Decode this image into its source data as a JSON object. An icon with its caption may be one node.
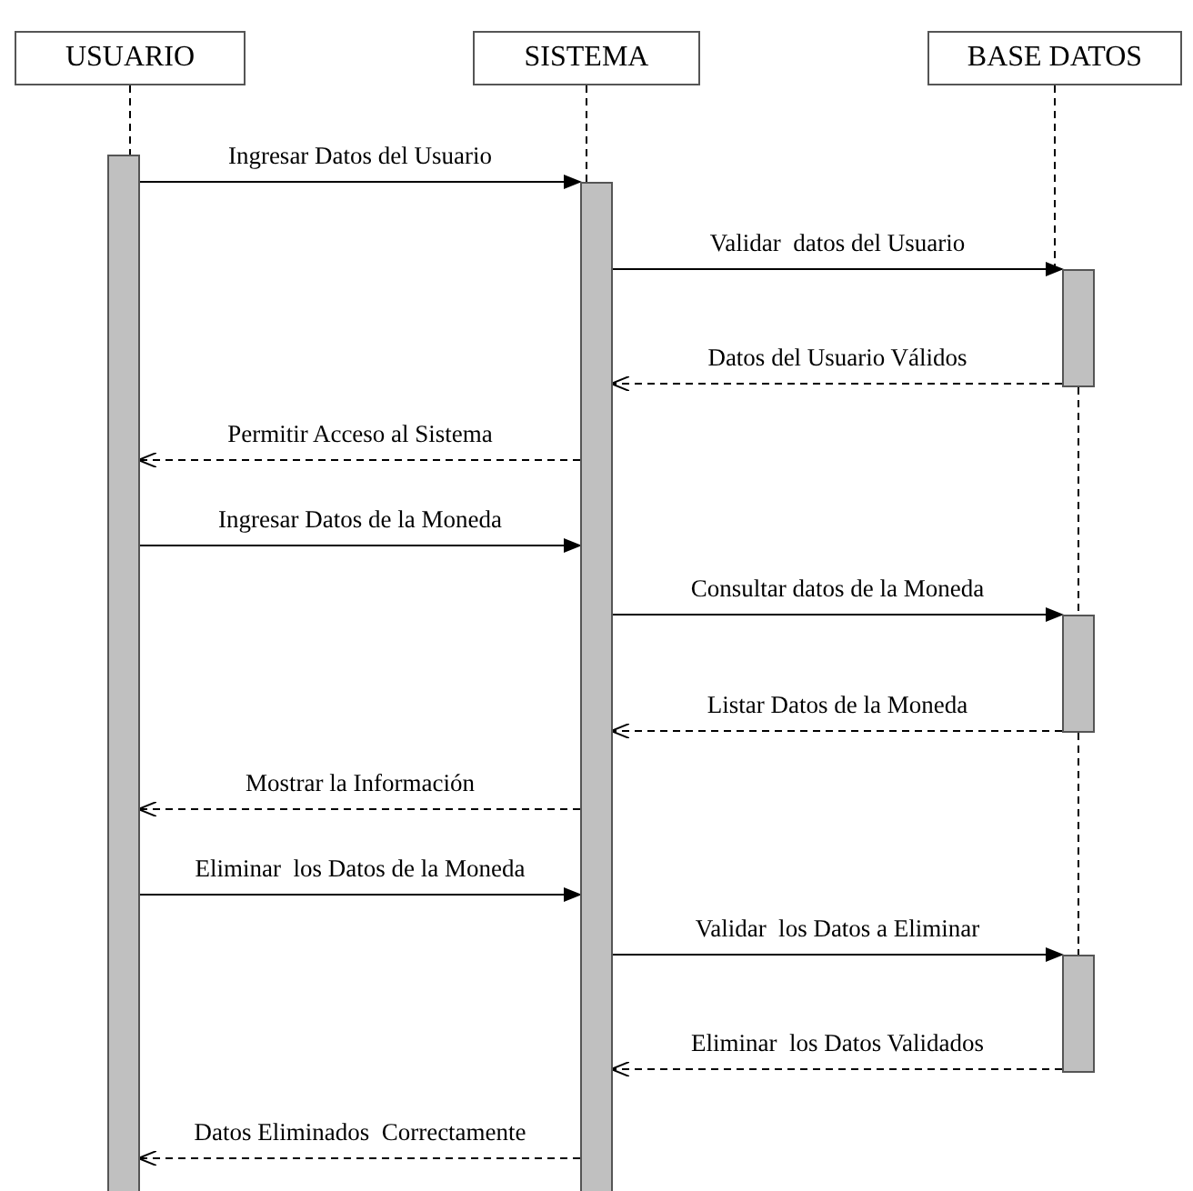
{
  "diagram": {
    "nodes": [
      {
        "text": [
          "USUARIO"
        ]
      },
      {
        "text": [
          "SISTEMA"
        ]
      },
      {
        "text": [
          "BASE DATOS"
        ]
      },
      {
        "text": [],
        "shape": "bar"
      },
      {
        "text": [],
        "shape": "bar"
      },
      {
        "text": [],
        "shape": "bar"
      },
      {
        "text": [],
        "shape": "bar"
      },
      {
        "text": [],
        "shape": "bar"
      }
    ],
    "edges": [
      {
        "from": 0,
        "to": 3,
        "arrow": "none",
        "style": "dashed"
      },
      {
        "from": 1,
        "to": 4,
        "arrow": "none",
        "style": "dashed"
      },
      {
        "from": 2,
        "to": 5,
        "arrow": "none",
        "style": "dashed"
      },
      {
        "from": 5,
        "to": 6,
        "arrow": "none",
        "style": "dashed"
      },
      {
        "from": 6,
        "to": 7,
        "arrow": "none",
        "style": "dashed"
      },
      {
        "from": 3,
        "to": 4,
        "arrow": "to",
        "label": "Ingresar Datos del Usuario"
      },
      {
        "from": 4,
        "to": 5,
        "arrow": "to",
        "label": "Validar  datos del Usuario"
      },
      {
        "from": 5,
        "to": 4,
        "arrow": "to",
        "style": "dashed",
        "label": "Datos del Usuario Válidos"
      },
      {
        "from": 4,
        "to": 3,
        "arrow": "to",
        "style": "dashed",
        "label": "Permitir Acceso al Sistema"
      },
      {
        "from": 3,
        "to": 4,
        "arrow": "to",
        "label": "Ingresar Datos de la Moneda"
      },
      {
        "from": 4,
        "to": 6,
        "arrow": "to",
        "label": "Consultar datos de la Moneda"
      },
      {
        "from": 6,
        "to": 4,
        "arrow": "to",
        "style": "dashed",
        "label": "Listar Datos de la Moneda"
      },
      {
        "from": 4,
        "to": 3,
        "arrow": "to",
        "style": "dashed",
        "label": "Mostrar la Información"
      },
      {
        "from": 3,
        "to": 4,
        "arrow": "to",
        "label": "Eliminar  los Datos de la Moneda"
      },
      {
        "from": 4,
        "to": 7,
        "arrow": "to",
        "label": "Validar  los Datos a Eliminar"
      },
      {
        "from": 7,
        "to": 4,
        "arrow": "to",
        "style": "dashed",
        "label": "Eliminar  los Datos Validados"
      },
      {
        "from": 4,
        "to": 3,
        "arrow": "to",
        "style": "dashed",
        "label": "Datos Eliminados  Correctamente"
      }
    ]
  }
}
